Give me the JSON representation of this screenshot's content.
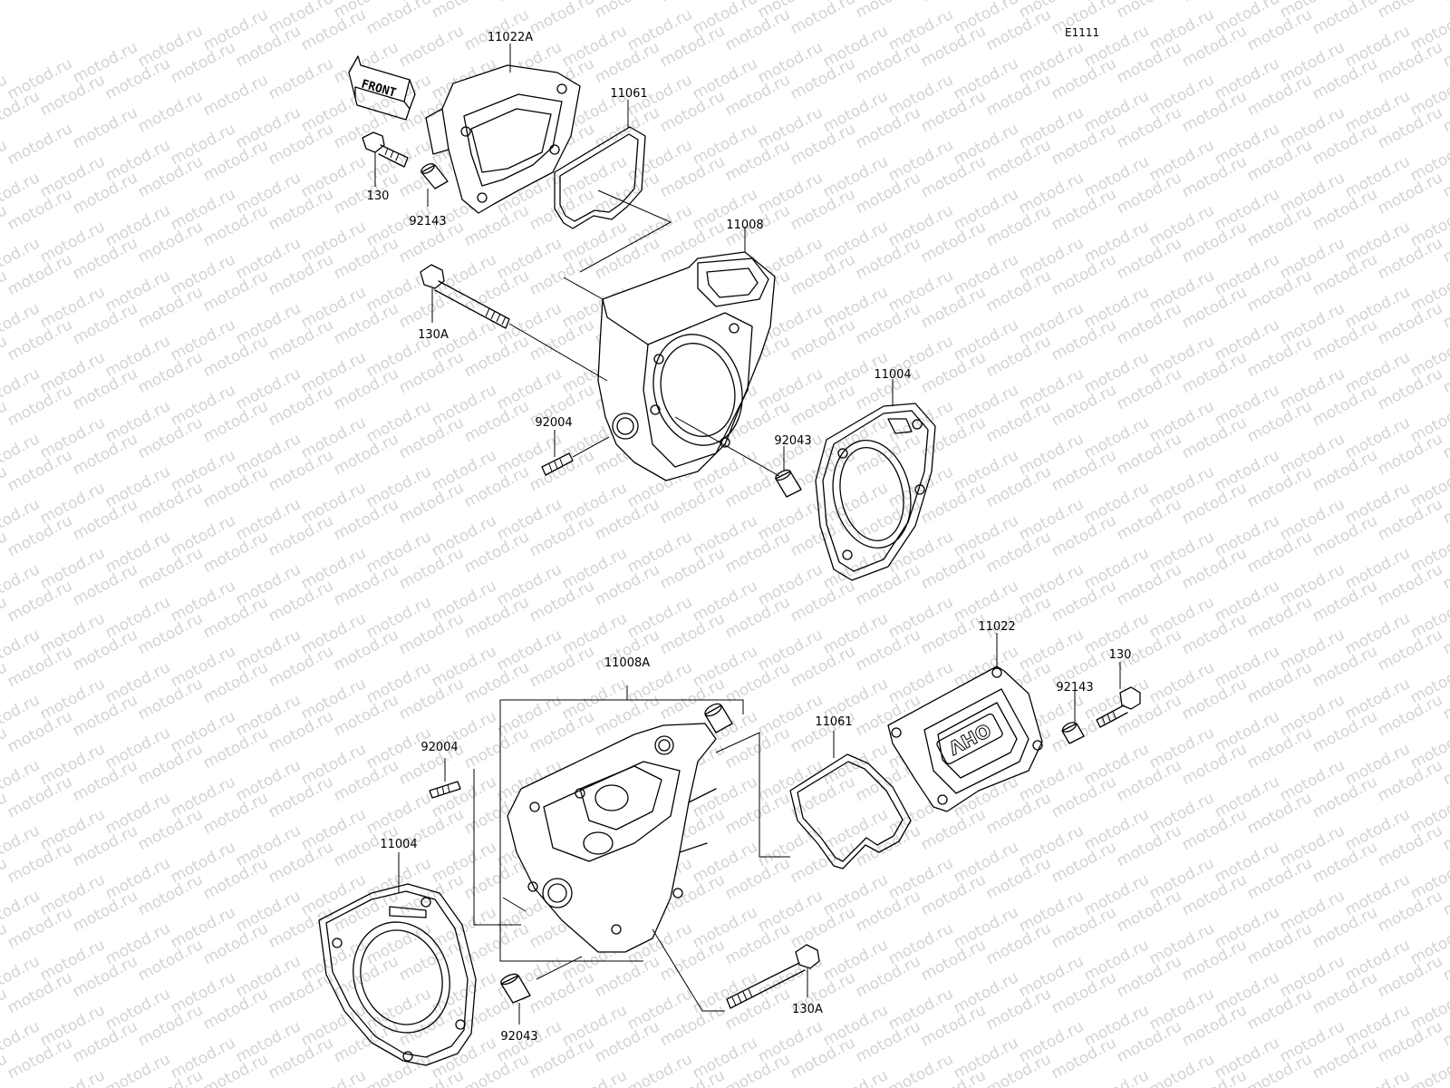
{
  "diagram_ref": "E1111",
  "front_label": "FRONT",
  "watermark": "motod.ru",
  "badge_text": "OHV",
  "callouts": {
    "c11022A": "11022A",
    "c11061_top": "11061",
    "c130_top": "130",
    "c92143_top": "92143",
    "c11008": "11008",
    "c130A_top": "130A",
    "c11004_top": "11004",
    "c92004_top": "92004",
    "c92043_top": "92043",
    "c11008A": "11008A",
    "c11022": "11022",
    "c130_bottom": "130",
    "c92143_bottom": "92143",
    "c11061_bottom": "11061",
    "c92004_bottom": "92004",
    "c11004_bottom": "11004",
    "c92043_bottom": "92043",
    "c130A_bottom": "130A"
  }
}
